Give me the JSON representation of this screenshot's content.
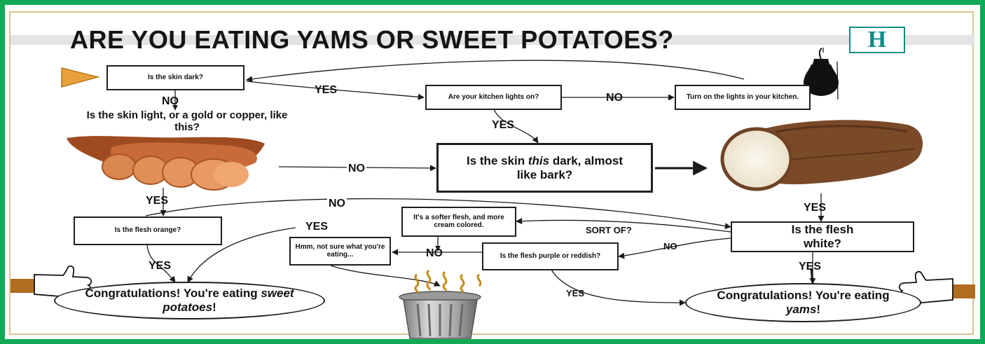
{
  "title": "ARE YOU EATING YAMS OR SWEET POTATOES?",
  "logo_letter": "H",
  "colors": {
    "frame": "#10a956",
    "inner_border": "#d9c48f",
    "logo": "#0e8b86",
    "start_arrow": "#e9a23b",
    "sweet_potato": "#c86a3a",
    "yam_skin": "#7a4a28",
    "yam_flesh": "#f3ede0",
    "can": "#a7a7a7",
    "fumes": "#c48a1a",
    "sleeve": "#b06d20"
  },
  "icons": {
    "start": "start-arrow-icon",
    "lamp": "lamp-icon",
    "trash": "trash-can-icon",
    "stink": "stink-lines-icon",
    "thumb_left": "thumbs-up-left-icon",
    "thumb_right": "thumbs-up-right-icon"
  },
  "nodes": {
    "skin_dark": "Is the skin dark?",
    "kitchen_lights": "Are your kitchen lights on?",
    "turn_on_lights": "Turn on the lights in your kitchen.",
    "skin_light": "Is the skin light, or a gold or copper, like this?",
    "skin_bark": [
      "Is the skin ",
      "this",
      " dark, almost like bark?"
    ],
    "flesh_orange": "Is the flesh orange?",
    "softer_flesh": "It's a softer flesh, and more cream colored.",
    "not_sure": "Hmm, not sure what you're eating...",
    "flesh_purple": "Is the flesh purple or reddish?",
    "flesh_white": "Is the flesh white?",
    "congrats_sweet": [
      "Congratulations! You're eating ",
      "sweet potatoes",
      "!"
    ],
    "congrats_yams": [
      "Congratulations! You're eating ",
      "yams",
      "!"
    ]
  },
  "labels": {
    "no_1": "NO",
    "yes_1": "YES",
    "no_2": "NO",
    "yes_2": "YES",
    "no_3": "NO",
    "yes_3": "YES",
    "no_4": "NO",
    "yes_4": "YES",
    "yes_5": "YES",
    "sort_of": "SORT OF?",
    "no_5": "NO",
    "no_6": "NO",
    "yes_6": "YES",
    "yes_7": "YES",
    "yes_8": "YES"
  }
}
